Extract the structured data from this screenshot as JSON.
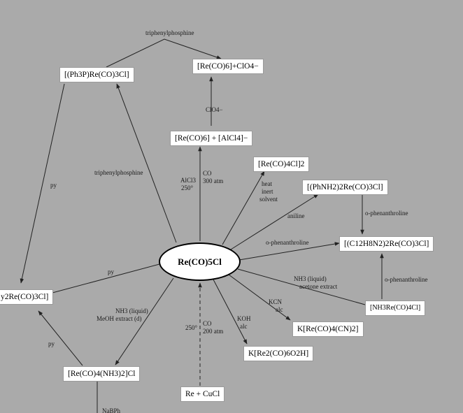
{
  "center": {
    "formula": "Re(CO)5Cl"
  },
  "compounds": {
    "ph3p_re_co3_cl": "[(Ph3P)Re(CO)3Cl]",
    "re_co6_clo4": "[Re(CO)6]+ClO4−",
    "re_co6_alcl4": "[Re(CO)6] + [AlCl4]−",
    "re_co4_cl_2": "[Re(CO)4Cl]2",
    "phnh2_2_re_co3_cl": "[(PhNH2)2Re(CO)3Cl]",
    "c12h8n2_2_re_co3_cl": "[(C12H8N2)2Re(CO)3Cl]",
    "nh3_re_co4_cl": "[NH3Re(CO)4Cl]",
    "k_re_co4_cn_2": "K[Re(CO)4(CN)2]",
    "k_re2_co6_o2h": "K[Re2(CO)6O2H]",
    "re_co4_nh3_2_cl": "[Re(CO)4(NH3)2]Cl",
    "re_cucl": "Re + CuCl",
    "py2_re_co3_cl": "y2Re(CO)3Cl]"
  },
  "labels": {
    "triphenylphosphine_top": "triphenylphosphine",
    "clo4": "ClO4−",
    "triphenylphosphine_mid": "triphenylphosphine",
    "py_left": "py",
    "alcl3_line1": "AlCl3",
    "alcl3_line2": "250°",
    "co_top_line1": "CO",
    "co_top_line2": "300 atm",
    "heat_line1": "heat",
    "heat_line2": "inert",
    "heat_line3": "solvent",
    "aniline": "aniline",
    "o_phen_right_top": "o-phenanthroline",
    "o_phen_mid": "o-phenanthroline",
    "o_phen_right_low": "o-phenanthroline",
    "py_mid": "py",
    "nh3_acetone_line1": "NH3 (liquid)",
    "nh3_acetone_line2": "acetone extract",
    "kcn_line1": "KCN",
    "kcn_line2": "alc",
    "koh_line1": "KOH",
    "koh_line2": "alc",
    "nh3_meoh_line1": "NH3 (liquid)",
    "nh3_meoh_line2": "MeOH extract (d)",
    "co_bottom_line1": "CO",
    "co_bottom_line2": "200 atm",
    "temp_bottom": "250°",
    "py_low": "py",
    "nabph": "NaBPh"
  },
  "colors": {
    "background": "#aaaaaa",
    "box": "#ffffff",
    "line": "#222222"
  }
}
